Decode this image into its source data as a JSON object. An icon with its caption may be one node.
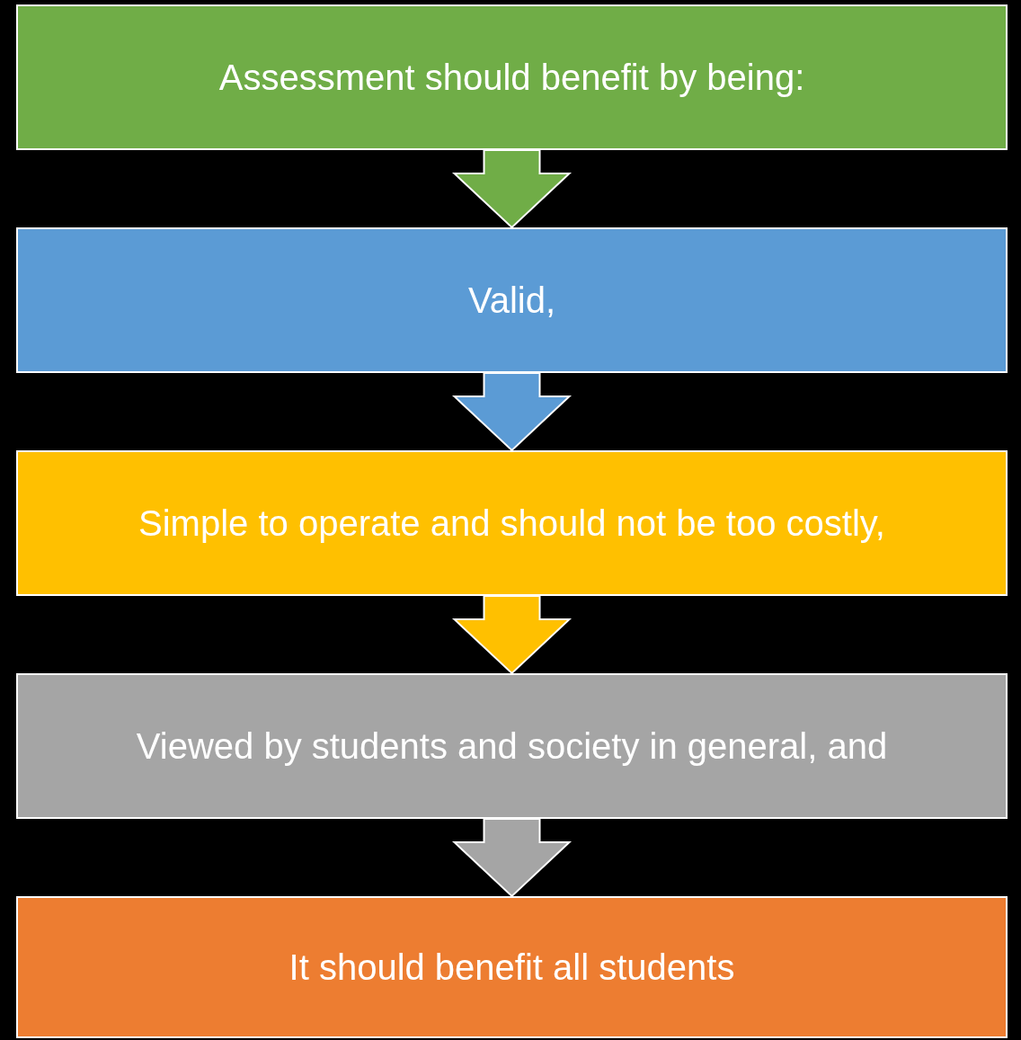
{
  "diagram": {
    "nodes": [
      {
        "text": [
          "Assessment should benefit by being:"
        ]
      },
      {
        "text": [
          "Valid,"
        ]
      },
      {
        "text": [
          "Simple to operate and should not be too costly,"
        ]
      },
      {
        "text": [
          "Viewed by students and society in general, and"
        ]
      },
      {
        "text": [
          "It should benefit all students"
        ]
      }
    ],
    "edges": [
      {
        "from": 0,
        "to": 1,
        "arrow": "to",
        "color": "#70ad47"
      },
      {
        "from": 1,
        "to": 2,
        "arrow": "to",
        "color": "#5b9bd5"
      },
      {
        "from": 2,
        "to": 3,
        "arrow": "to",
        "color": "#ffc000"
      },
      {
        "from": 3,
        "to": 4,
        "arrow": "to",
        "color": "#a5a5a5"
      }
    ]
  }
}
